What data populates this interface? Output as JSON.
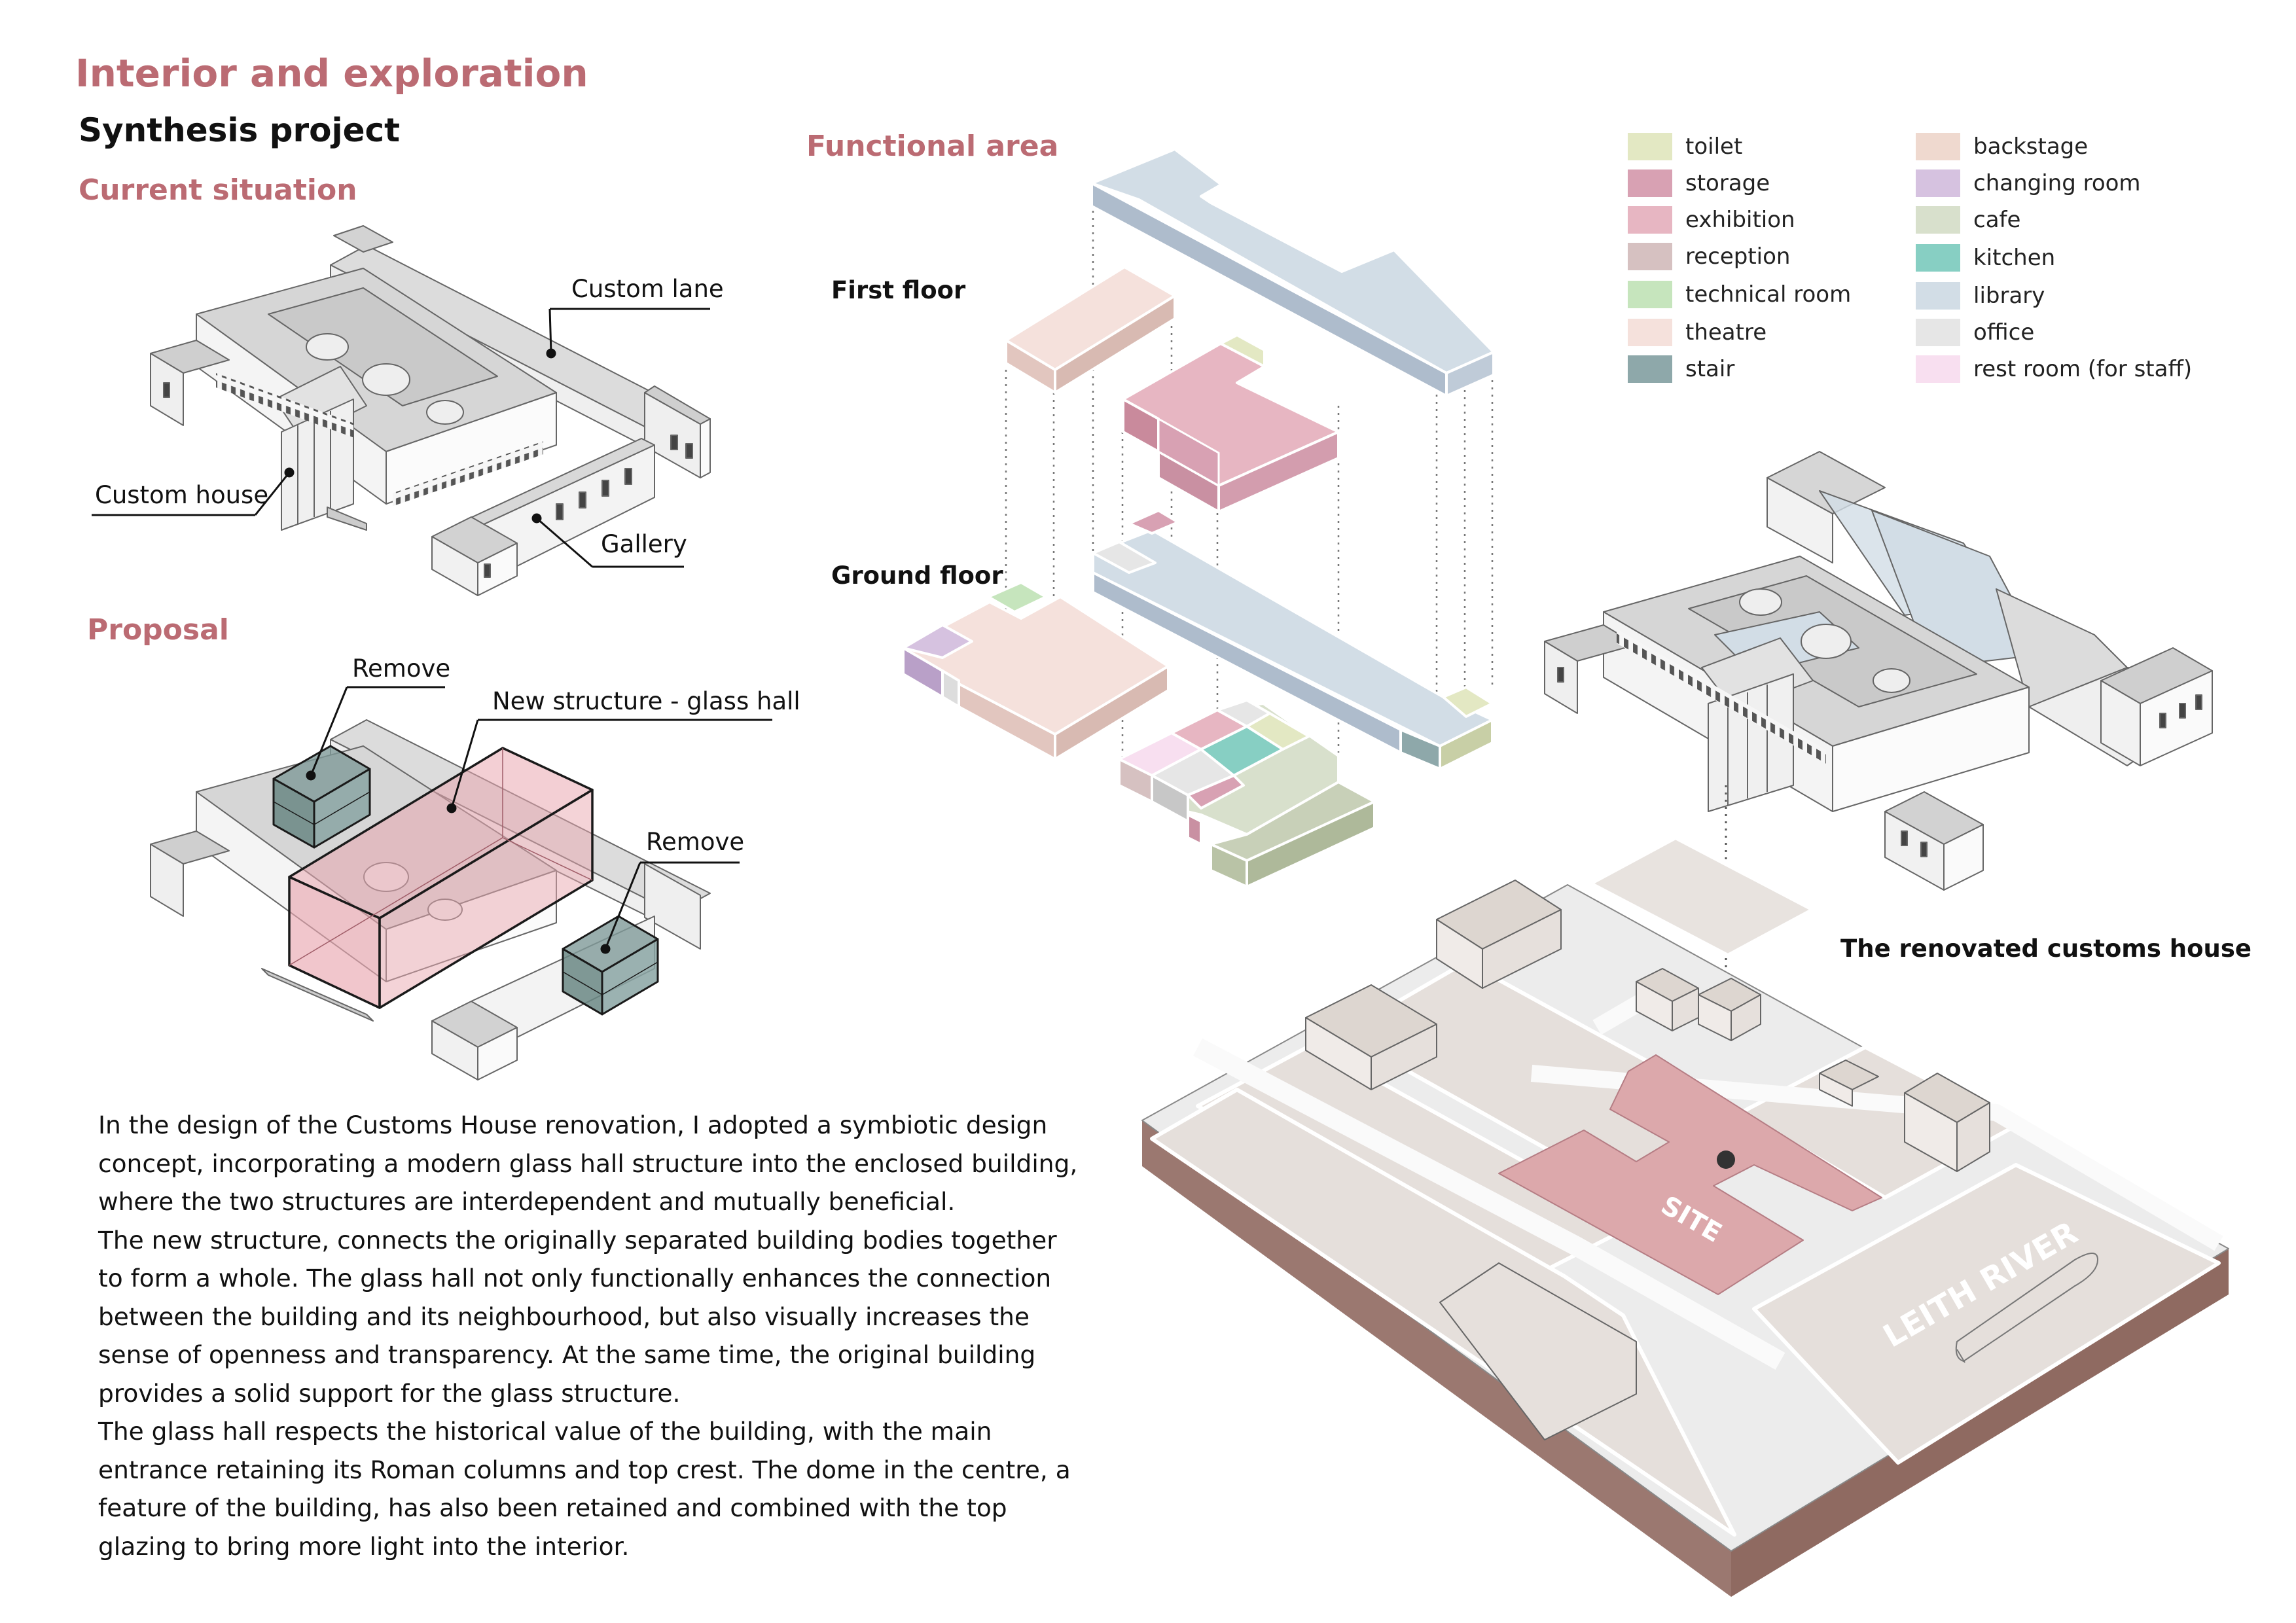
{
  "titles": {
    "main": "Interior and exploration",
    "project": "Synthesis project",
    "current_situation": "Current situation",
    "proposal": "Proposal",
    "functional_area": "Functional area",
    "renovated": "The renovated customs house"
  },
  "labels": {
    "custom_lane": "Custom lane",
    "custom_house": "Custom house",
    "gallery": "Gallery",
    "remove_top": "Remove",
    "new_structure": "New structure - glass hall",
    "remove_bottom": "Remove",
    "first_floor": "First floor",
    "ground_floor": "Ground floor",
    "site": "SITE",
    "river": "LEITH RIVER"
  },
  "legend": [
    {
      "label": "toilet",
      "color": "#e3e8c3"
    },
    {
      "label": "storage",
      "color": "#d8a1b3"
    },
    {
      "label": "exhibition",
      "color": "#e7b6c2"
    },
    {
      "label": "reception",
      "color": "#d6c1c1"
    },
    {
      "label": "technical room",
      "color": "#c6e5bd"
    },
    {
      "label": "theatre",
      "color": "#f5e1dc"
    },
    {
      "label": "stair",
      "color": "#8ea8aa"
    },
    {
      "label": "backstage",
      "color": "#efd9cf"
    },
    {
      "label": "changing room",
      "color": "#d6c2e0"
    },
    {
      "label": "cafe",
      "color": "#d8e0cc"
    },
    {
      "label": "kitchen",
      "color": "#87cfc3"
    },
    {
      "label": "library",
      "color": "#d2dde6"
    },
    {
      "label": "office",
      "color": "#e6e6e6"
    },
    {
      "label": "rest room (for staff)",
      "color": "#f8dff0"
    }
  ],
  "paragraphs": [
    "In the design of the Customs House renovation, I adopted a symbiotic design concept, incorporating a modern glass hall structure into the enclosed building, where the two structures are interdependent and mutually beneficial.",
    "The new structure, connects the originally separated building bodies together to form a whole. The glass hall not only functionally enhances the connection between the building and its neighbourhood, but also visually increases the sense of openness and transparency. At the same time, the original building provides a solid support for the glass structure.",
    "The glass hall respects the historical value of the building, with the main entrance retaining its Roman columns and top crest. The dome in the centre, a feature of the building, has also been retained and combined with the top glazing to bring more light into the interior."
  ]
}
